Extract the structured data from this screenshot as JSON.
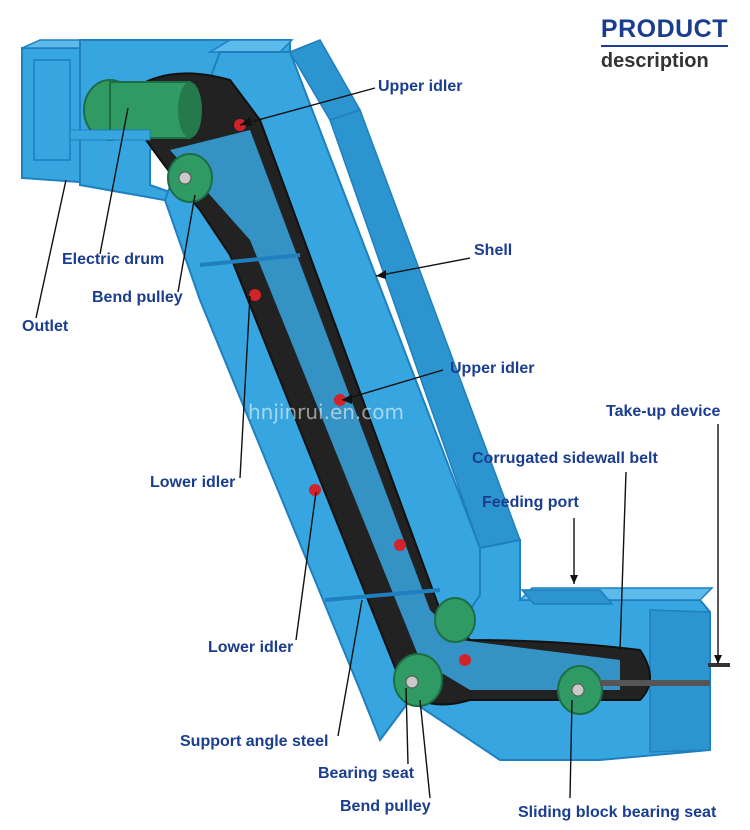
{
  "header": {
    "title": "PRODUCT",
    "subtitle": "description"
  },
  "labels": {
    "upper_idler_top": "Upper idler",
    "shell": "Shell",
    "electric_drum": "Electric drum",
    "bend_pulley_top": "Bend pulley",
    "outlet": "Outlet",
    "upper_idler_mid": "Upper idler",
    "take_up_device": "Take-up device",
    "corrugated_belt": "Corrugated sidewall belt",
    "lower_idler_1": "Lower idler",
    "feeding_port": "Feeding port",
    "lower_idler_2": "Lower idler",
    "support_angle_steel": "Support angle steel",
    "bearing_seat": "Bearing seat",
    "bend_pulley_bottom": "Bend pulley",
    "sliding_block_bearing_seat": "Sliding block bearing seat"
  },
  "watermark": "hnjinrui.en.com",
  "colors": {
    "shell": "#37a6e0",
    "shell_dark": "#1f7fbf",
    "belt": "#222222",
    "drum": "#2f9a63",
    "label": "#1a3d8f",
    "idler_red": "#d2232a"
  }
}
